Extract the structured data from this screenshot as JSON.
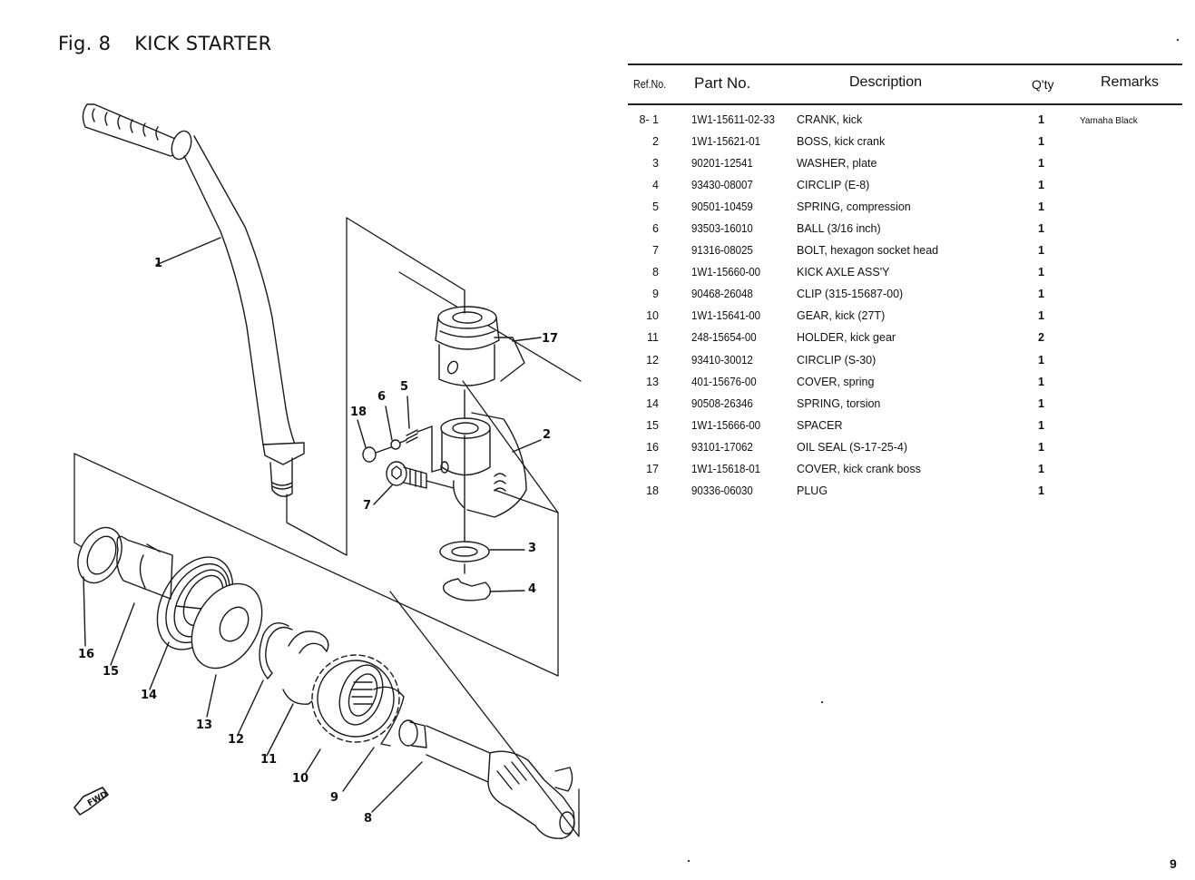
{
  "figure": {
    "number": "Fig. 8",
    "title": "KICK STARTER"
  },
  "diagram": {
    "fwd_label": "FWD",
    "callouts": [
      "1",
      "2",
      "3",
      "4",
      "5",
      "6",
      "7",
      "8",
      "9",
      "10",
      "11",
      "12",
      "13",
      "14",
      "15",
      "16",
      "17",
      "18"
    ]
  },
  "table": {
    "headers": {
      "ref": "Ref.No.",
      "part": "Part No.",
      "description": "Description",
      "qty": "Q'ty",
      "remarks": "Remarks"
    },
    "rows": [
      {
        "ref": "8- 1",
        "part": "1W1-15611-02-33",
        "description": "CRANK, kick",
        "qty": "1",
        "remarks": "Yamaha Black"
      },
      {
        "ref": "2",
        "part": "1W1-15621-01",
        "description": "BOSS, kick crank",
        "qty": "1",
        "remarks": ""
      },
      {
        "ref": "3",
        "part": "90201-12541",
        "description": "WASHER, plate",
        "qty": "1",
        "remarks": ""
      },
      {
        "ref": "4",
        "part": "93430-08007",
        "description": "CIRCLIP (E-8)",
        "qty": "1",
        "remarks": ""
      },
      {
        "ref": "5",
        "part": "90501-10459",
        "description": "SPRING, compression",
        "qty": "1",
        "remarks": ""
      },
      {
        "ref": "6",
        "part": "93503-16010",
        "description": "BALL (3/16 inch)",
        "qty": "1",
        "remarks": ""
      },
      {
        "ref": "7",
        "part": "91316-08025",
        "description": "BOLT, hexagon socket head",
        "qty": "1",
        "remarks": ""
      },
      {
        "ref": "8",
        "part": "1W1-15660-00",
        "description": "KICK AXLE ASS'Y",
        "qty": "1",
        "remarks": ""
      },
      {
        "ref": "9",
        "part": "90468-26048",
        "description": "CLIP (315-15687-00)",
        "qty": "1",
        "remarks": ""
      },
      {
        "ref": "10",
        "part": "1W1-15641-00",
        "description": "GEAR, kick (27T)",
        "qty": "1",
        "remarks": ""
      },
      {
        "ref": "11",
        "part": "248-15654-00",
        "description": "HOLDER, kick gear",
        "qty": "2",
        "remarks": ""
      },
      {
        "ref": "12",
        "part": "93410-30012",
        "description": "CIRCLIP (S-30)",
        "qty": "1",
        "remarks": ""
      },
      {
        "ref": "13",
        "part": "401-15676-00",
        "description": "COVER, spring",
        "qty": "1",
        "remarks": ""
      },
      {
        "ref": "14",
        "part": "90508-26346",
        "description": "SPRING, torsion",
        "qty": "1",
        "remarks": ""
      },
      {
        "ref": "15",
        "part": "1W1-15666-00",
        "description": "SPACER",
        "qty": "1",
        "remarks": ""
      },
      {
        "ref": "16",
        "part": "93101-17062",
        "description": "OIL SEAL (S-17-25-4)",
        "qty": "1",
        "remarks": ""
      },
      {
        "ref": "17",
        "part": "1W1-15618-01",
        "description": "COVER, kick crank boss",
        "qty": "1",
        "remarks": ""
      },
      {
        "ref": "18",
        "part": "90336-06030",
        "description": "PLUG",
        "qty": "1",
        "remarks": ""
      }
    ]
  },
  "page_number": "9"
}
